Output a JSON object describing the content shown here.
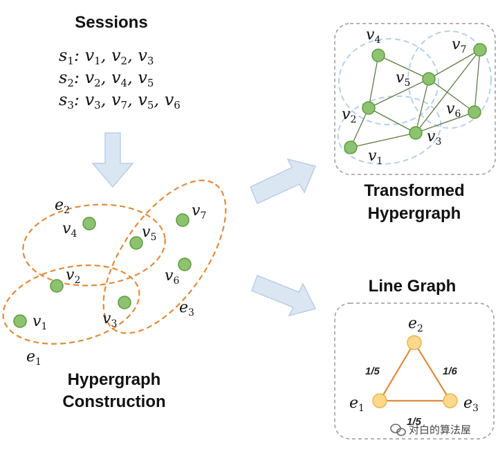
{
  "sessions": {
    "title": "Sessions",
    "lines": [
      {
        "s": "1",
        "items": [
          [
            "v",
            "1"
          ],
          [
            "v",
            "2"
          ],
          [
            "v",
            "3"
          ]
        ]
      },
      {
        "s": "2",
        "items": [
          [
            "v",
            "2"
          ],
          [
            "v",
            "4"
          ],
          [
            "v",
            "5"
          ]
        ]
      },
      {
        "s": "3",
        "items": [
          [
            "v",
            "3"
          ],
          [
            "v",
            "7"
          ],
          [
            "v",
            "5"
          ],
          [
            "v",
            "6"
          ]
        ]
      }
    ]
  },
  "hypergraph": {
    "title_line1": "Hypergraph",
    "title_line2": "Construction",
    "edge_labels": {
      "e1": "e",
      "e1_sub": "1",
      "e2": "e",
      "e2_sub": "2",
      "e3": "e",
      "e3_sub": "3"
    },
    "node_color": "#8dc26f",
    "edge_color": "#e08a3c"
  },
  "transformed": {
    "title_line1": "Transformed",
    "title_line2": "Hypergraph",
    "node_color": "#8dc26f",
    "hyperedge_color": "#b7cfe8"
  },
  "line_graph": {
    "title": "Line Graph",
    "nodes": [
      "e2",
      "e1",
      "e3"
    ],
    "weights": {
      "e1_e2": "1/5",
      "e2_e3": "1/6",
      "e1_e3": "1/5"
    },
    "node_color": "#fbd98a",
    "edge_color": "#e08a3c"
  },
  "watermark": {
    "text": "对白的算法屋"
  },
  "arrow_color": "#dbe6f3"
}
